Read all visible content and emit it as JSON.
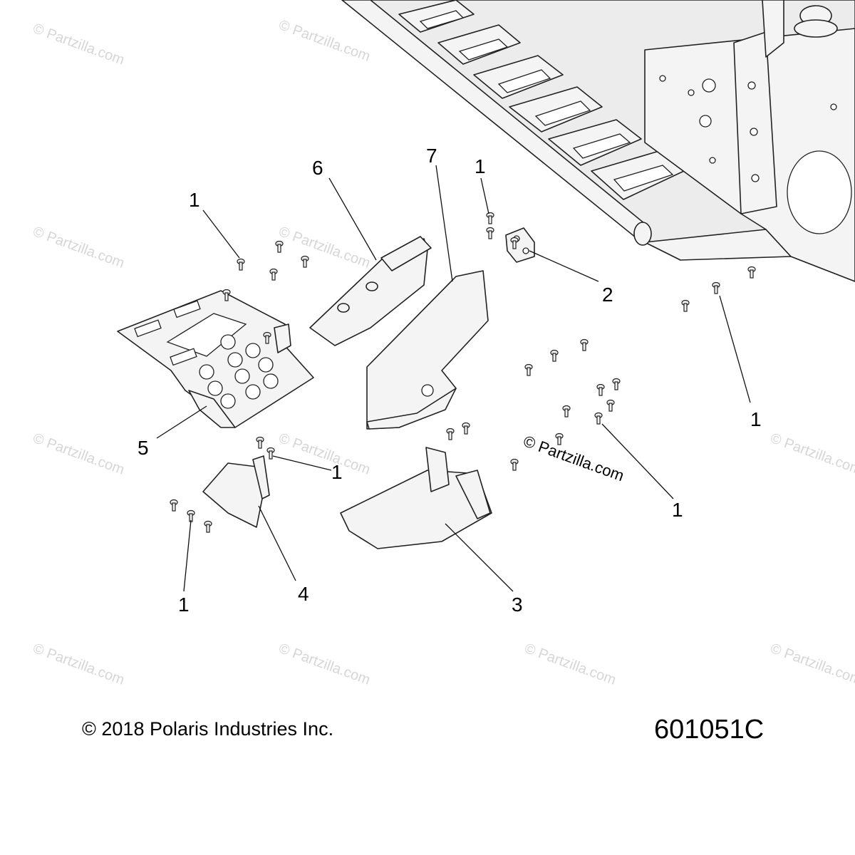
{
  "watermark_text": "© Partzilla.com",
  "copyright": "© 2018 Polaris Industries Inc.",
  "diagram_code": "601051C",
  "callouts": {
    "c1a": "1",
    "c1b": "1",
    "c1c": "1",
    "c1d": "1",
    "c1e": "1",
    "c1f": "1",
    "c2": "2",
    "c3": "3",
    "c4": "4",
    "c5": "5",
    "c6": "6",
    "c7": "7"
  }
}
